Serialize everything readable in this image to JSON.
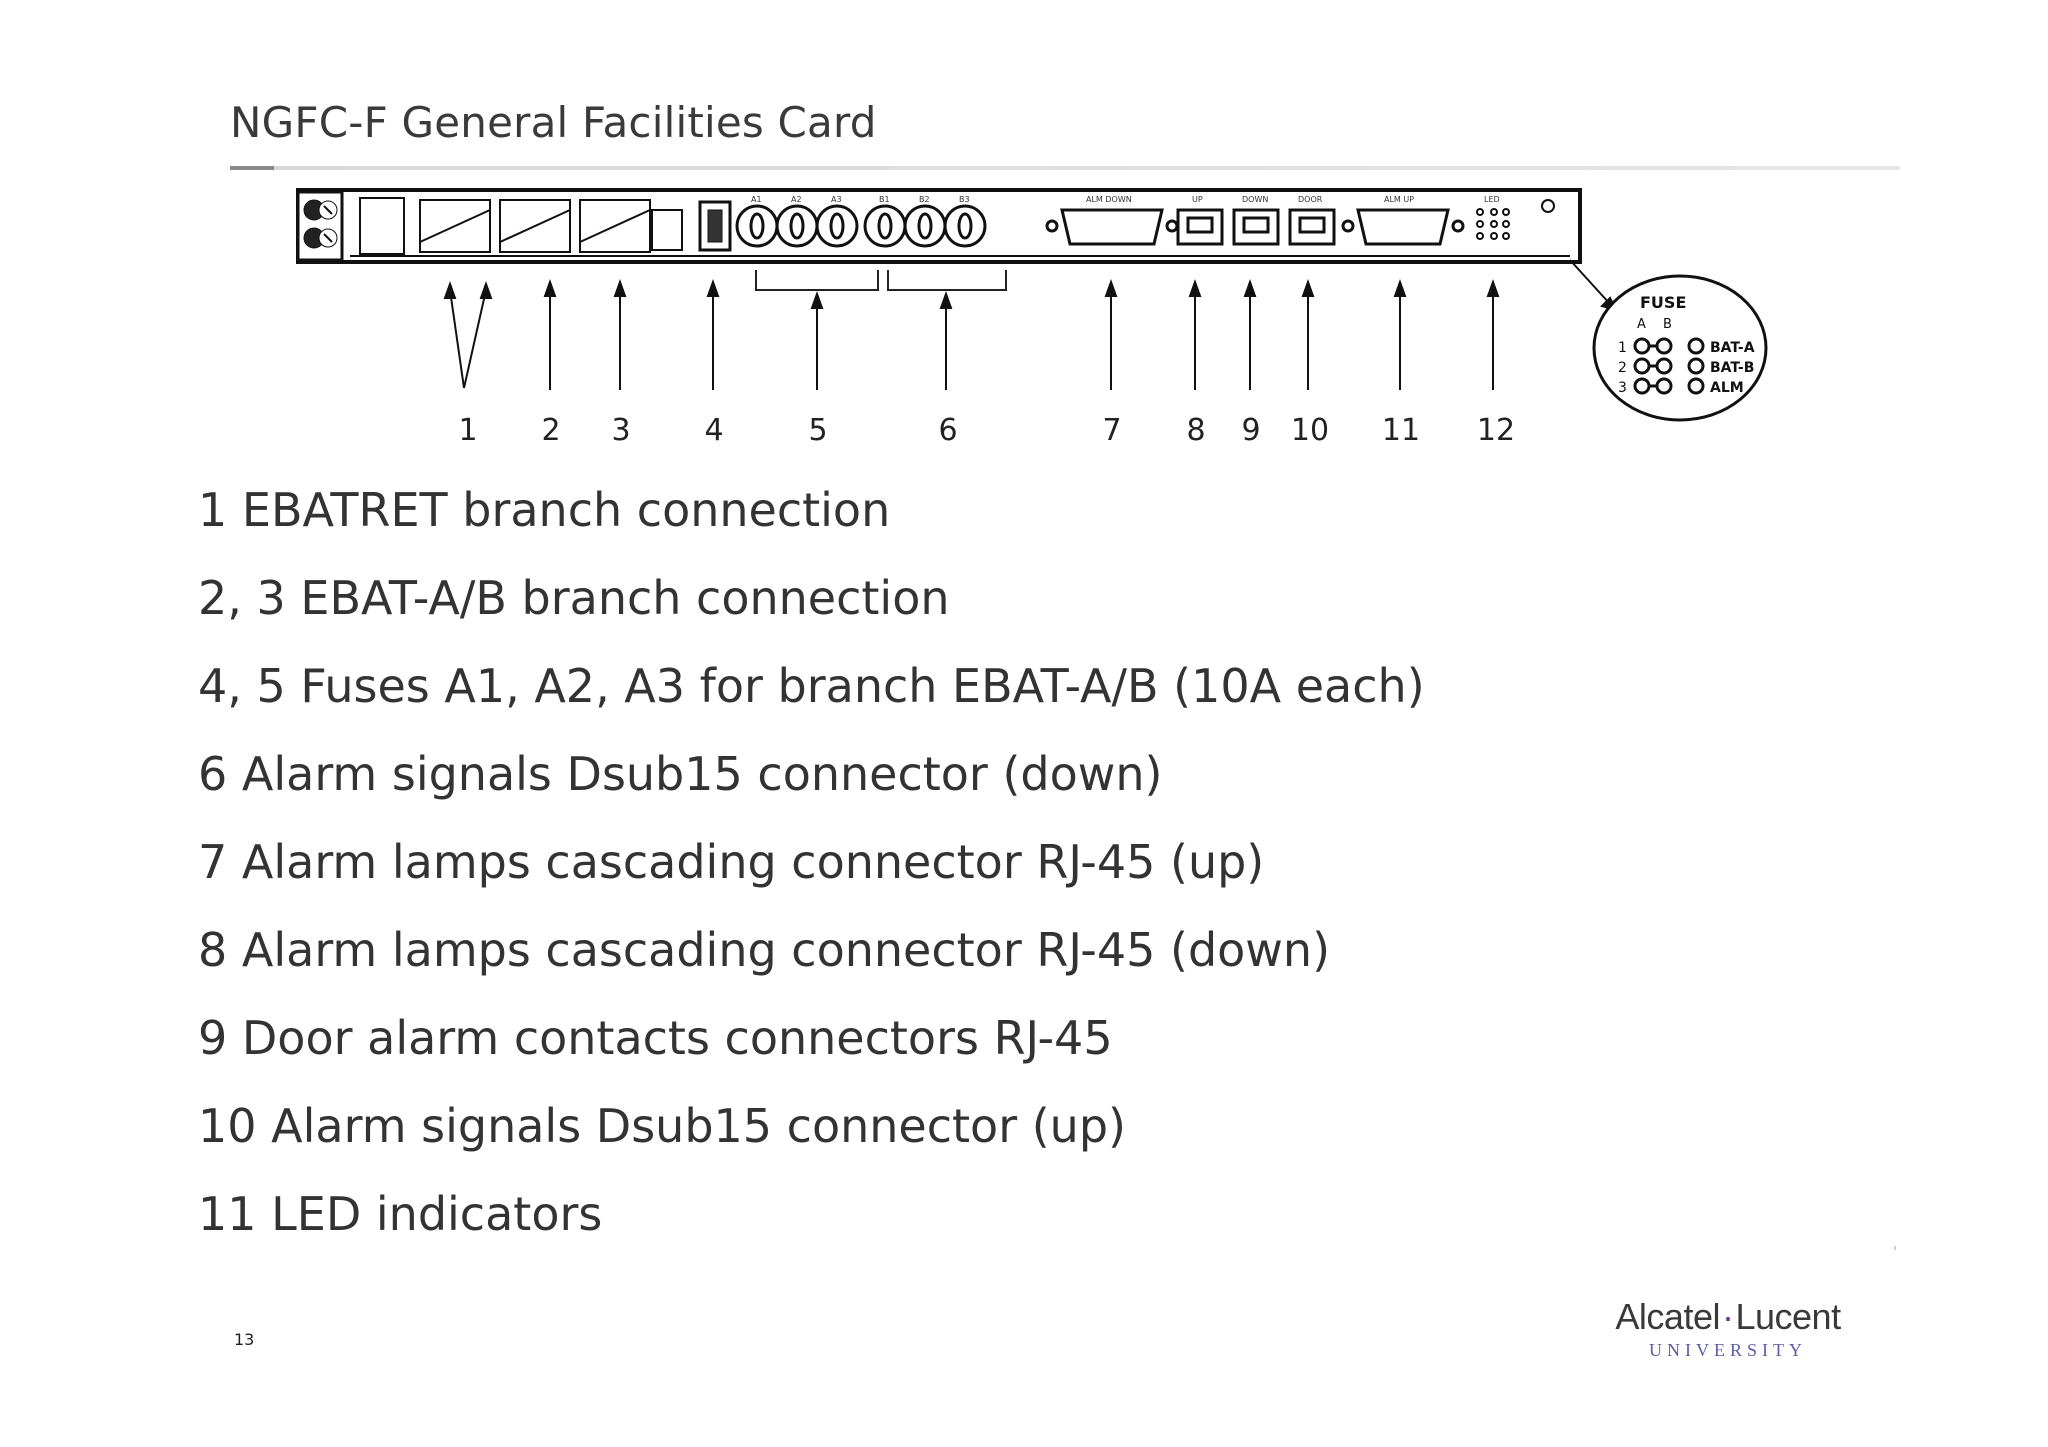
{
  "slide": {
    "title": "NGFC-F General Facilities Card",
    "page_number": "13"
  },
  "diagram": {
    "callout_numbers": [
      "1",
      "2",
      "3",
      "4",
      "5",
      "6",
      "7",
      "8",
      "9",
      "10",
      "11",
      "12"
    ],
    "port_labels": [
      "A1",
      "A2",
      "A3",
      "B1",
      "B2",
      "B3",
      "ALM DOWN",
      "UP",
      "DOWN",
      "DOOR",
      "ALM UP",
      "LED"
    ],
    "fuse_inset": {
      "heading": "FUSE",
      "columns": [
        "A",
        "B"
      ],
      "rows": [
        "1",
        "2",
        "3"
      ],
      "indicators": [
        "BAT-A",
        "BAT-B",
        "ALM"
      ]
    }
  },
  "items": [
    "1 EBATRET branch connection",
    "2, 3 EBAT-A/B branch connection",
    "4, 5 Fuses A1, A2, A3 for branch EBAT-A/B (10A each)",
    "6 Alarm signals Dsub15 connector (down)",
    "7 Alarm lamps cascading connector RJ-45 (up)",
    "8 Alarm lamps cascading connector RJ-45 (down)",
    "9 Door alarm contacts connectors RJ-45",
    "10 Alarm signals Dsub15 connector (up)",
    "11 LED indicators"
  ],
  "logo": {
    "brand_left": "Alcatel",
    "brand_dot": "·",
    "brand_right": "Lucent",
    "sub": "UNIVERSITY"
  }
}
